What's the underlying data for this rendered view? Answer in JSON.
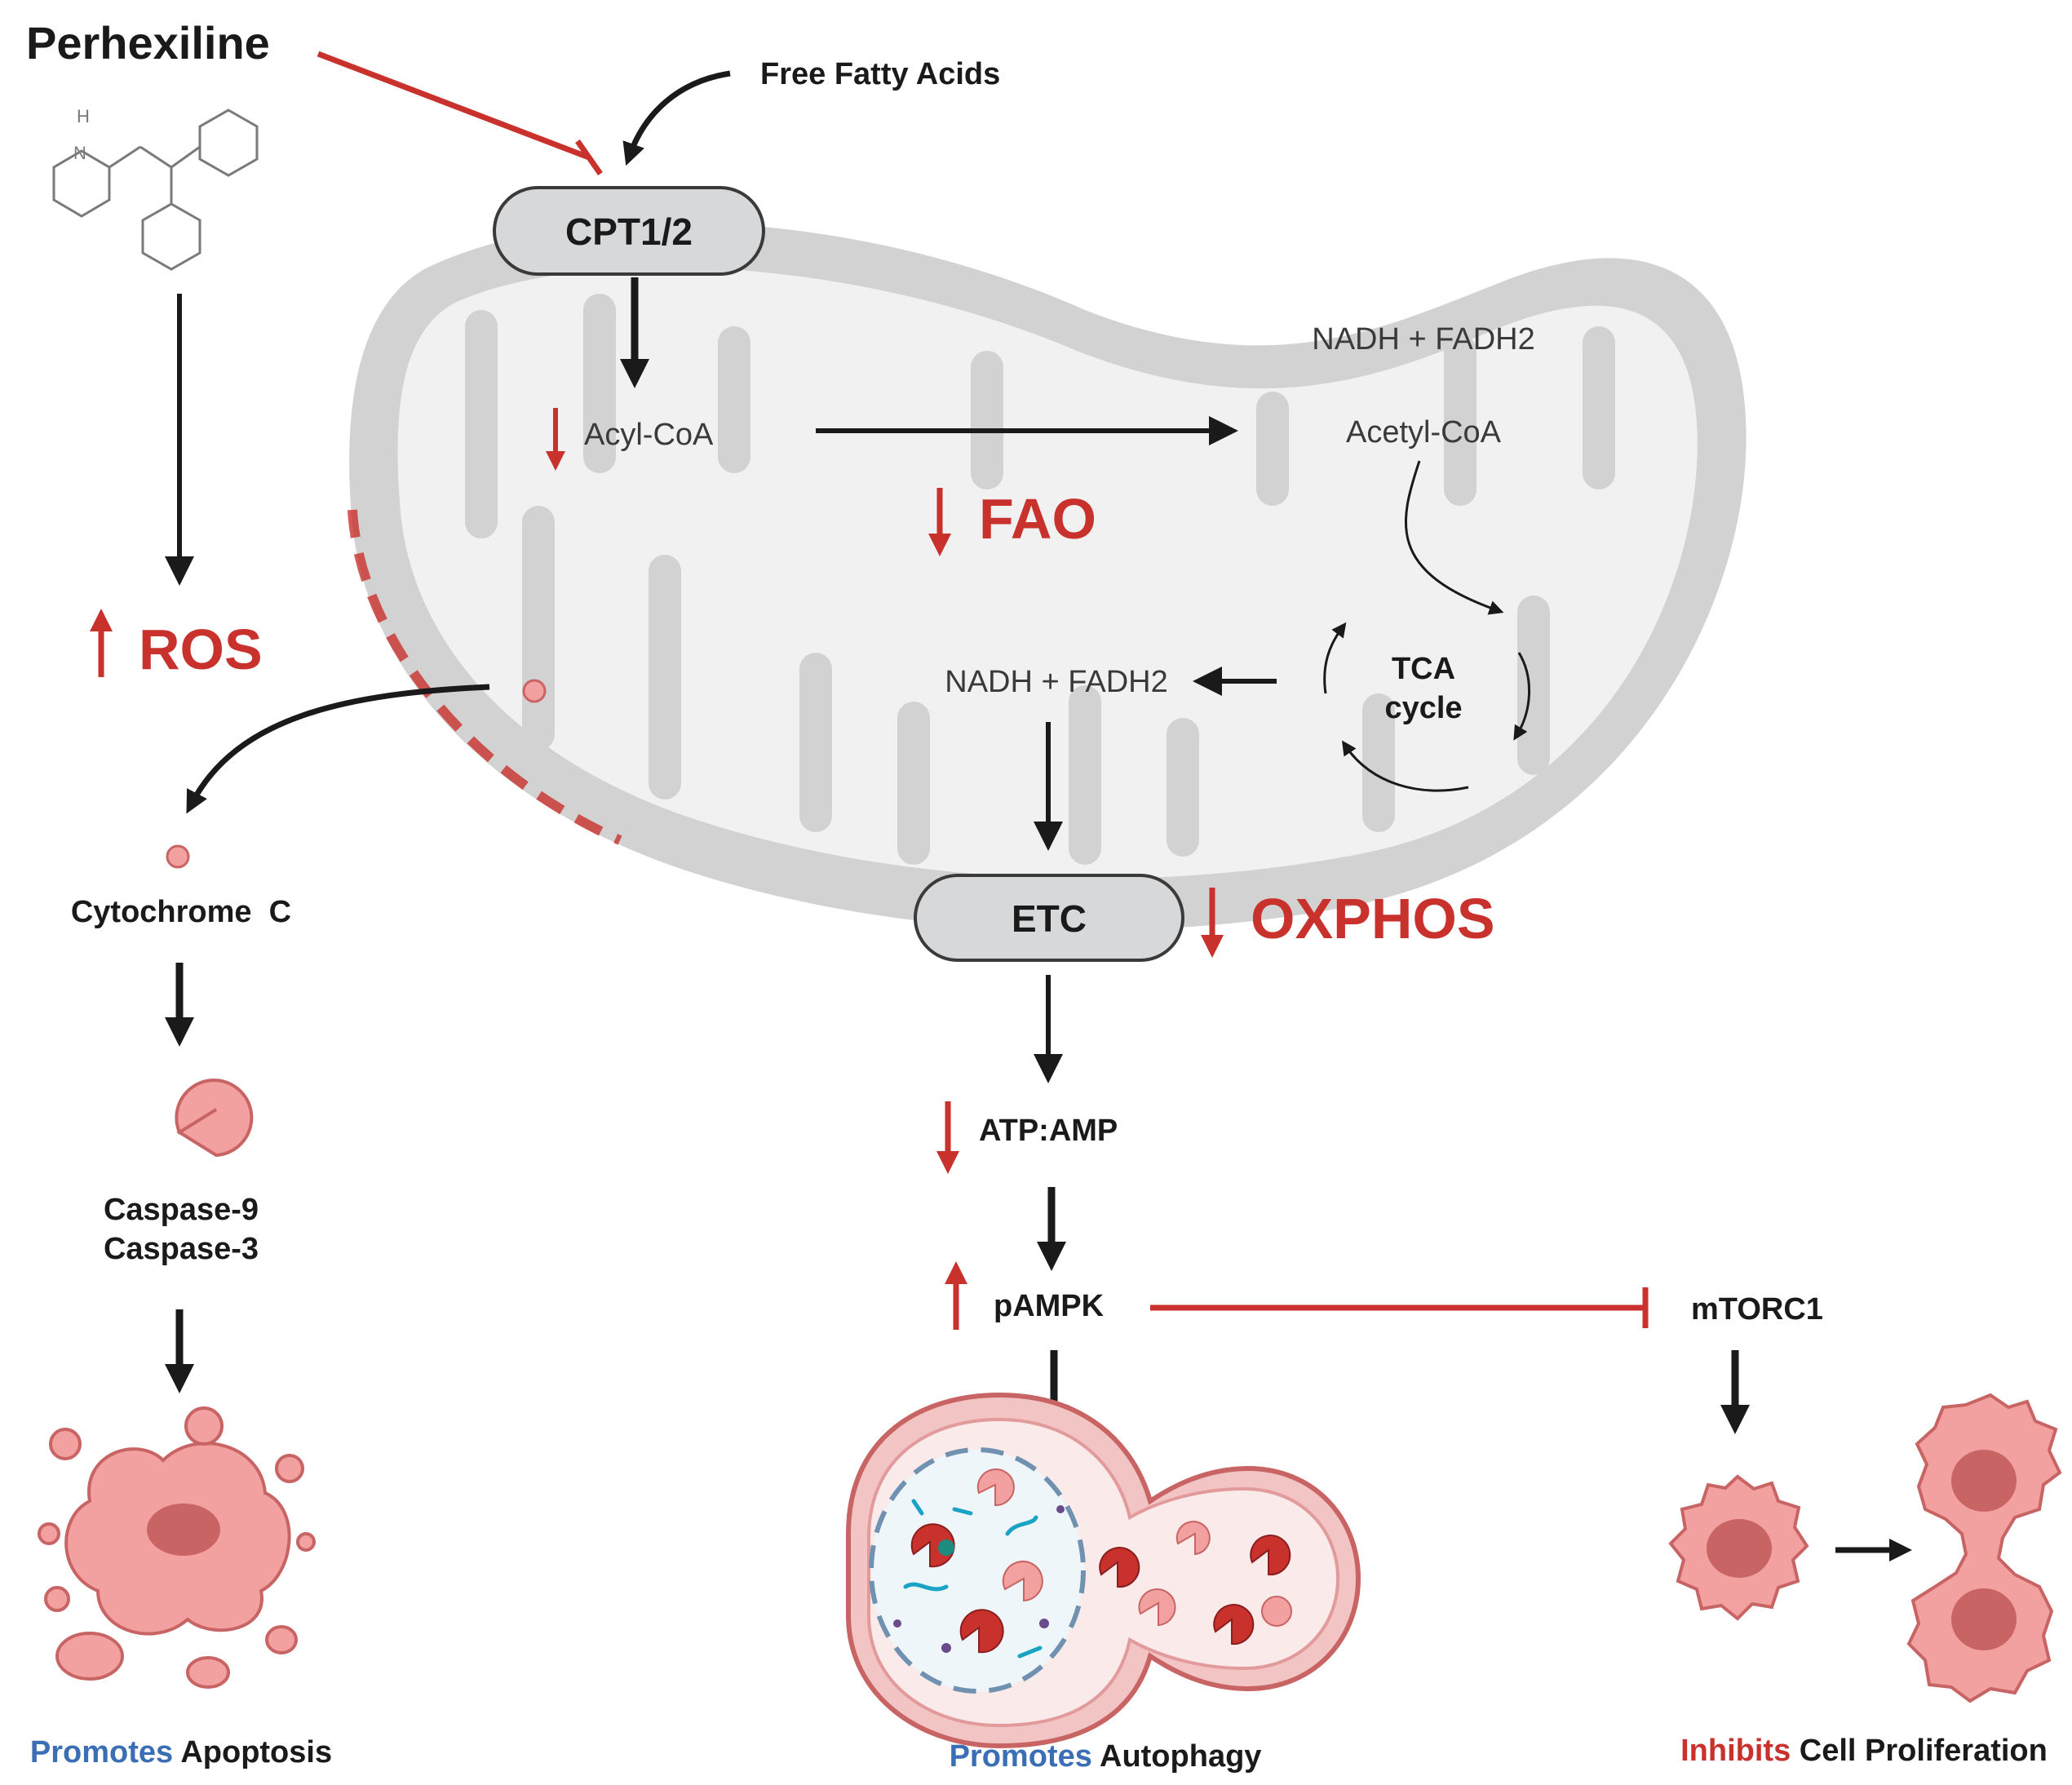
{
  "drug": {
    "name": "Perhexiline",
    "structure_atom_label": "N",
    "structure_h_label": "H"
  },
  "inputs": {
    "free_fatty_acids": "Free Fatty Acids"
  },
  "mitochondrion": {
    "cpt": "CPT1/2",
    "acyl_coa": "Acyl-CoA",
    "acetyl_coa": "Acetyl-CoA",
    "nadh_top": "NADH + FADH2",
    "nadh_mid": "NADH + FADH2",
    "tca_line1": "TCA",
    "tca_line2": "cycle",
    "fao": "FAO",
    "etc": "ETC",
    "oxphos": "OXPHOS"
  },
  "apoptosis_path": {
    "ros": "ROS",
    "cytochrome_c": "Cytochrome  C",
    "caspase9": "Caspase-9",
    "caspase3": "Caspase-3",
    "outcome_verb": "Promotes",
    "outcome_noun": "Apoptosis"
  },
  "autophagy_path": {
    "atp_amp": "ATP:AMP",
    "pampk": "pAMPK",
    "outcome_verb": "Promotes",
    "outcome_noun": "Autophagy"
  },
  "proliferation_path": {
    "mtorc1": "mTORC1",
    "outcome_verb": "Inhibits",
    "outcome_noun": "Cell Proliferation"
  },
  "colors": {
    "red": "#C8312C",
    "blue": "#3A6FB5",
    "black": "#1a1a1a",
    "mito_outer": "#D2D2D2",
    "mito_inner": "#F1F1F1",
    "pink": "#F2A0A0",
    "pink_dark": "#C86464"
  }
}
